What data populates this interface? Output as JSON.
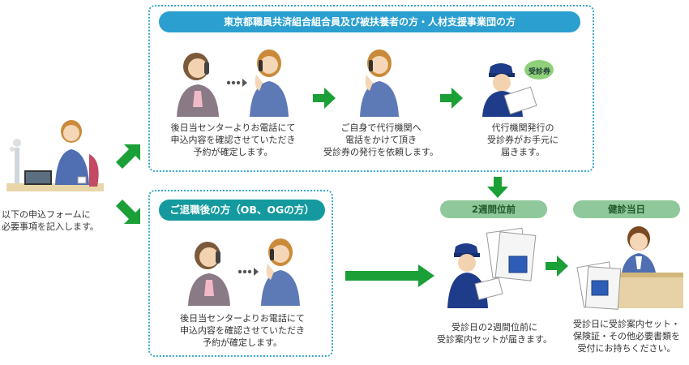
{
  "top_group": {
    "title": "東京都職員共済組合組合員及び被扶養者の方・人材支援事業団の方",
    "steps": [
      {
        "lines": [
          "後日当センターよりお電話にて",
          "申込内容を確認させていただき",
          "予約が確定します。"
        ]
      },
      {
        "lines": [
          "ご自身で代行機関へ",
          "電話をかけて頂き",
          "受診券の発行を依頼します。"
        ]
      },
      {
        "lines": [
          "代行機関発行の",
          "受診券がお手元に",
          "届きます。"
        ]
      }
    ],
    "ticket_label": "受診券"
  },
  "start": {
    "lines": [
      "以下の申込フォームに",
      "必要事項を記入します。"
    ]
  },
  "retired_group": {
    "title": "ご退職後の方（OB、OGの方）",
    "caption_lines": [
      "後日当センターよりお電話にて",
      "申込内容を確認させていただき",
      "予約が確定します。"
    ]
  },
  "two_weeks": {
    "label": "2週間位前",
    "lines": [
      "受診日の2週間位前に",
      "受診案内セットが届きます。"
    ]
  },
  "exam_day": {
    "label": "健診当日",
    "lines": [
      "受診日に受診案内セット・",
      "保険証・その他必要書類を",
      "受付にお持ちください。"
    ]
  },
  "colors": {
    "arrow_green": "#1aa036",
    "frame_blue": "#35a8c8",
    "title_blue": "#2a9fd0",
    "title_teal": "#149a9e",
    "pill_green": "#8fc89a"
  }
}
